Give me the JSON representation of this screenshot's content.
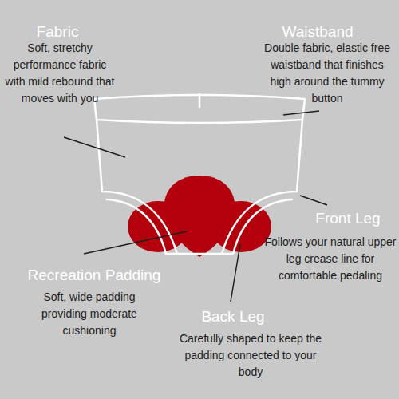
{
  "diagram": {
    "labels": [
      "Fabric",
      "Soft, stretchy performance fabric with mild rebound that moves with you",
      "Waistband",
      "Double fabric, elastic free waistband that finishes high around the tummy button",
      "Front Leg",
      "Follows your natural upper leg crease line for comfortable pedaling",
      "Recreation Padding",
      "Soft, wide padding providing moderate cushioning",
      "Back Leg",
      "Carefully shaped to keep the padding connected to your body"
    ]
  }
}
